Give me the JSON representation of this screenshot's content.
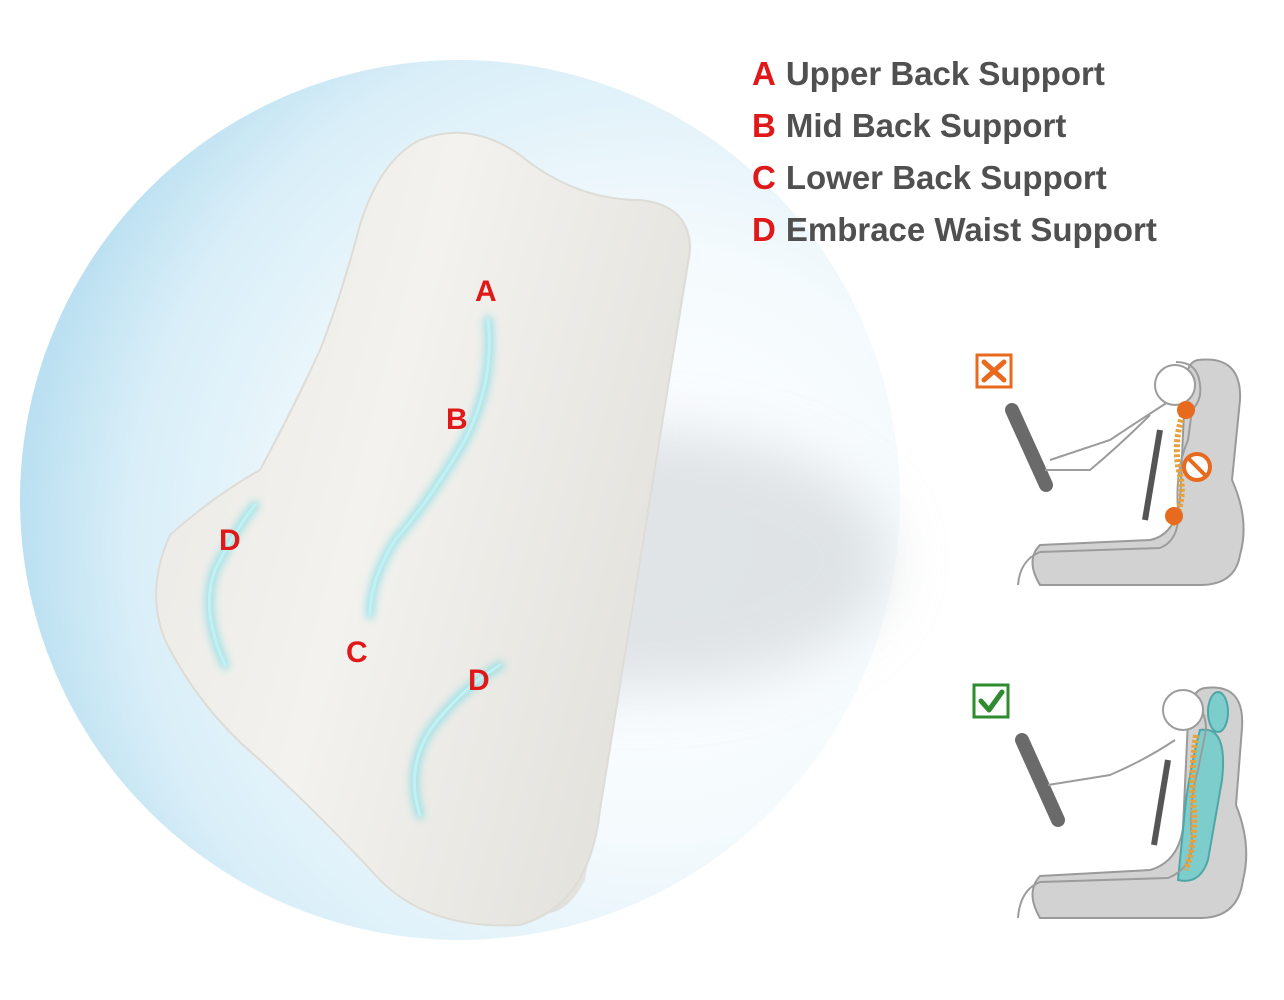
{
  "legend": {
    "items": [
      {
        "letter": "A",
        "text": "Upper Back Support"
      },
      {
        "letter": "B",
        "text": "Mid Back Support"
      },
      {
        "letter": "C",
        "text": "Lower Back Support"
      },
      {
        "letter": "D",
        "text": "Embrace Waist Support"
      }
    ]
  },
  "pillow_labels": {
    "a": "A",
    "b": "B",
    "c": "C",
    "d_left": "D",
    "d_right": "D"
  },
  "colors": {
    "label_red": "#e01818",
    "legend_text": "#505050",
    "contour_cyan": "#5fd6e0",
    "wrong_orange": "#e86a1e",
    "right_green": "#2e8b2e",
    "support_teal": "#7ecdcd",
    "background_blue": "#b9def0"
  },
  "icons": {
    "wrong": "x-box-icon",
    "right": "checkmark-box-icon",
    "no_support": "prohibition-icon"
  }
}
